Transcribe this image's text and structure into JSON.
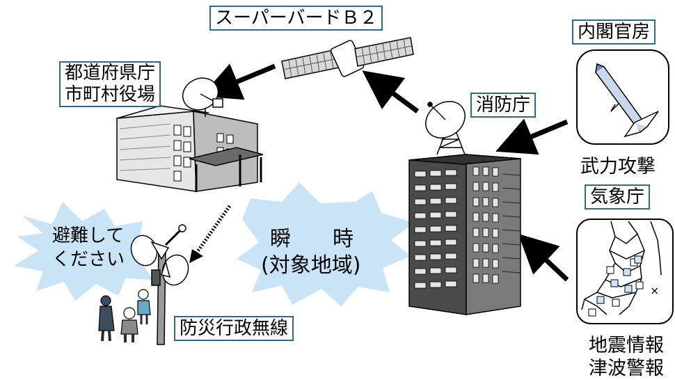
{
  "satellite_label": "スーパーバードＢ２",
  "cabinet_label": "内閣官房",
  "prefecture_label": [
    "都道府県庁",
    "市町村役場"
  ],
  "fdma_label": "消防庁",
  "jma_label": "気象庁",
  "attack_caption": "武力攻撃",
  "quake_caption": [
    "地震情報",
    "津波警報"
  ],
  "radio_label": "防災行政無線",
  "evacuate_text": [
    "避難して",
    "ください"
  ],
  "instant_text": [
    "瞬　　時",
    "(対象地域)"
  ],
  "map_mark": "×",
  "colors": {
    "label_border": "#336b87",
    "burst_fill": "#c9e4f6",
    "building_dark": "#4a4a4a"
  }
}
